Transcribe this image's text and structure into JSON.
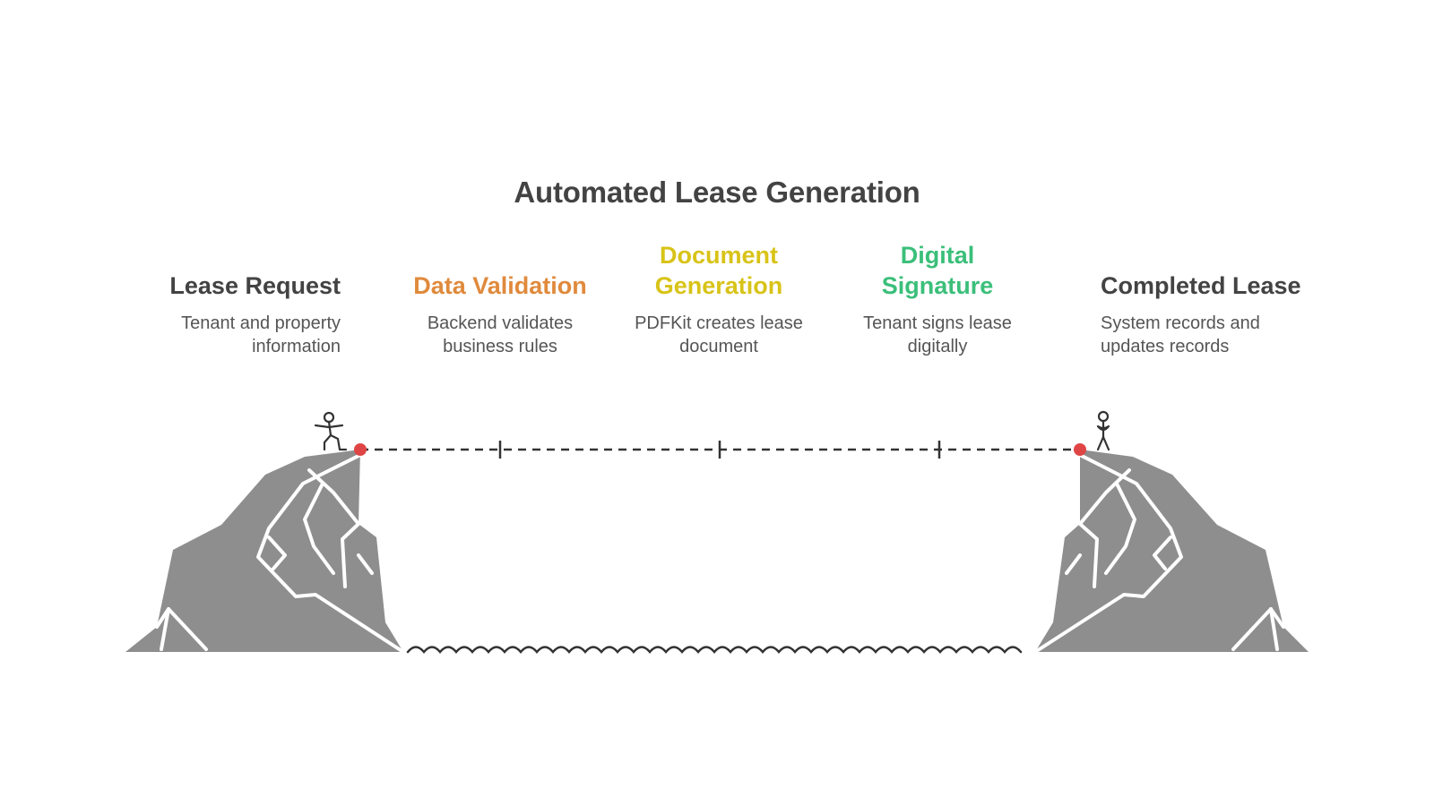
{
  "title": "Automated Lease Generation",
  "steps": [
    {
      "title": "Lease Request",
      "description": "Tenant and property information",
      "color": "#434343"
    },
    {
      "title": "Data Validation",
      "description": "Backend validates business rules",
      "color": "#e08a3c"
    },
    {
      "title": "Document Generation",
      "description": "PDFKit creates lease document",
      "color": "#d8c318"
    },
    {
      "title": "Digital Signature",
      "description": "Tenant signs lease digitally",
      "color": "#3bbf7a"
    },
    {
      "title": "Completed Lease",
      "description": "System records and updates records",
      "color": "#434343"
    }
  ],
  "colors": {
    "cliff": "#8e8e8e",
    "cliff_lines": "#ffffff",
    "endpoint": "#e04545",
    "line": "#333333"
  }
}
